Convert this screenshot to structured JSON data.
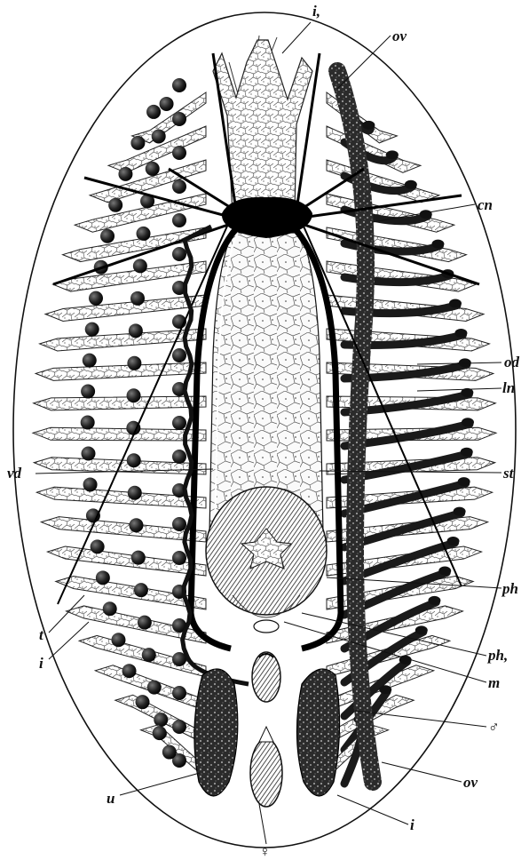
{
  "figure": {
    "background": "#ffffff",
    "ink": "#111111",
    "texture_light": "#e9e9e9",
    "texture_dark": "#2a2a2a"
  },
  "labels": {
    "i1_top": "i,",
    "ov_top": "ov",
    "cn": "cn",
    "od": "od",
    "ln": "ln",
    "st": "st",
    "ph": "ph",
    "ph1": "ph,",
    "m": "m",
    "male": "♂",
    "ov_bottom": "ov",
    "i_bottom": "i",
    "female": "♀",
    "u": "u",
    "i_left": "i",
    "t": "t",
    "vd": "vd"
  }
}
